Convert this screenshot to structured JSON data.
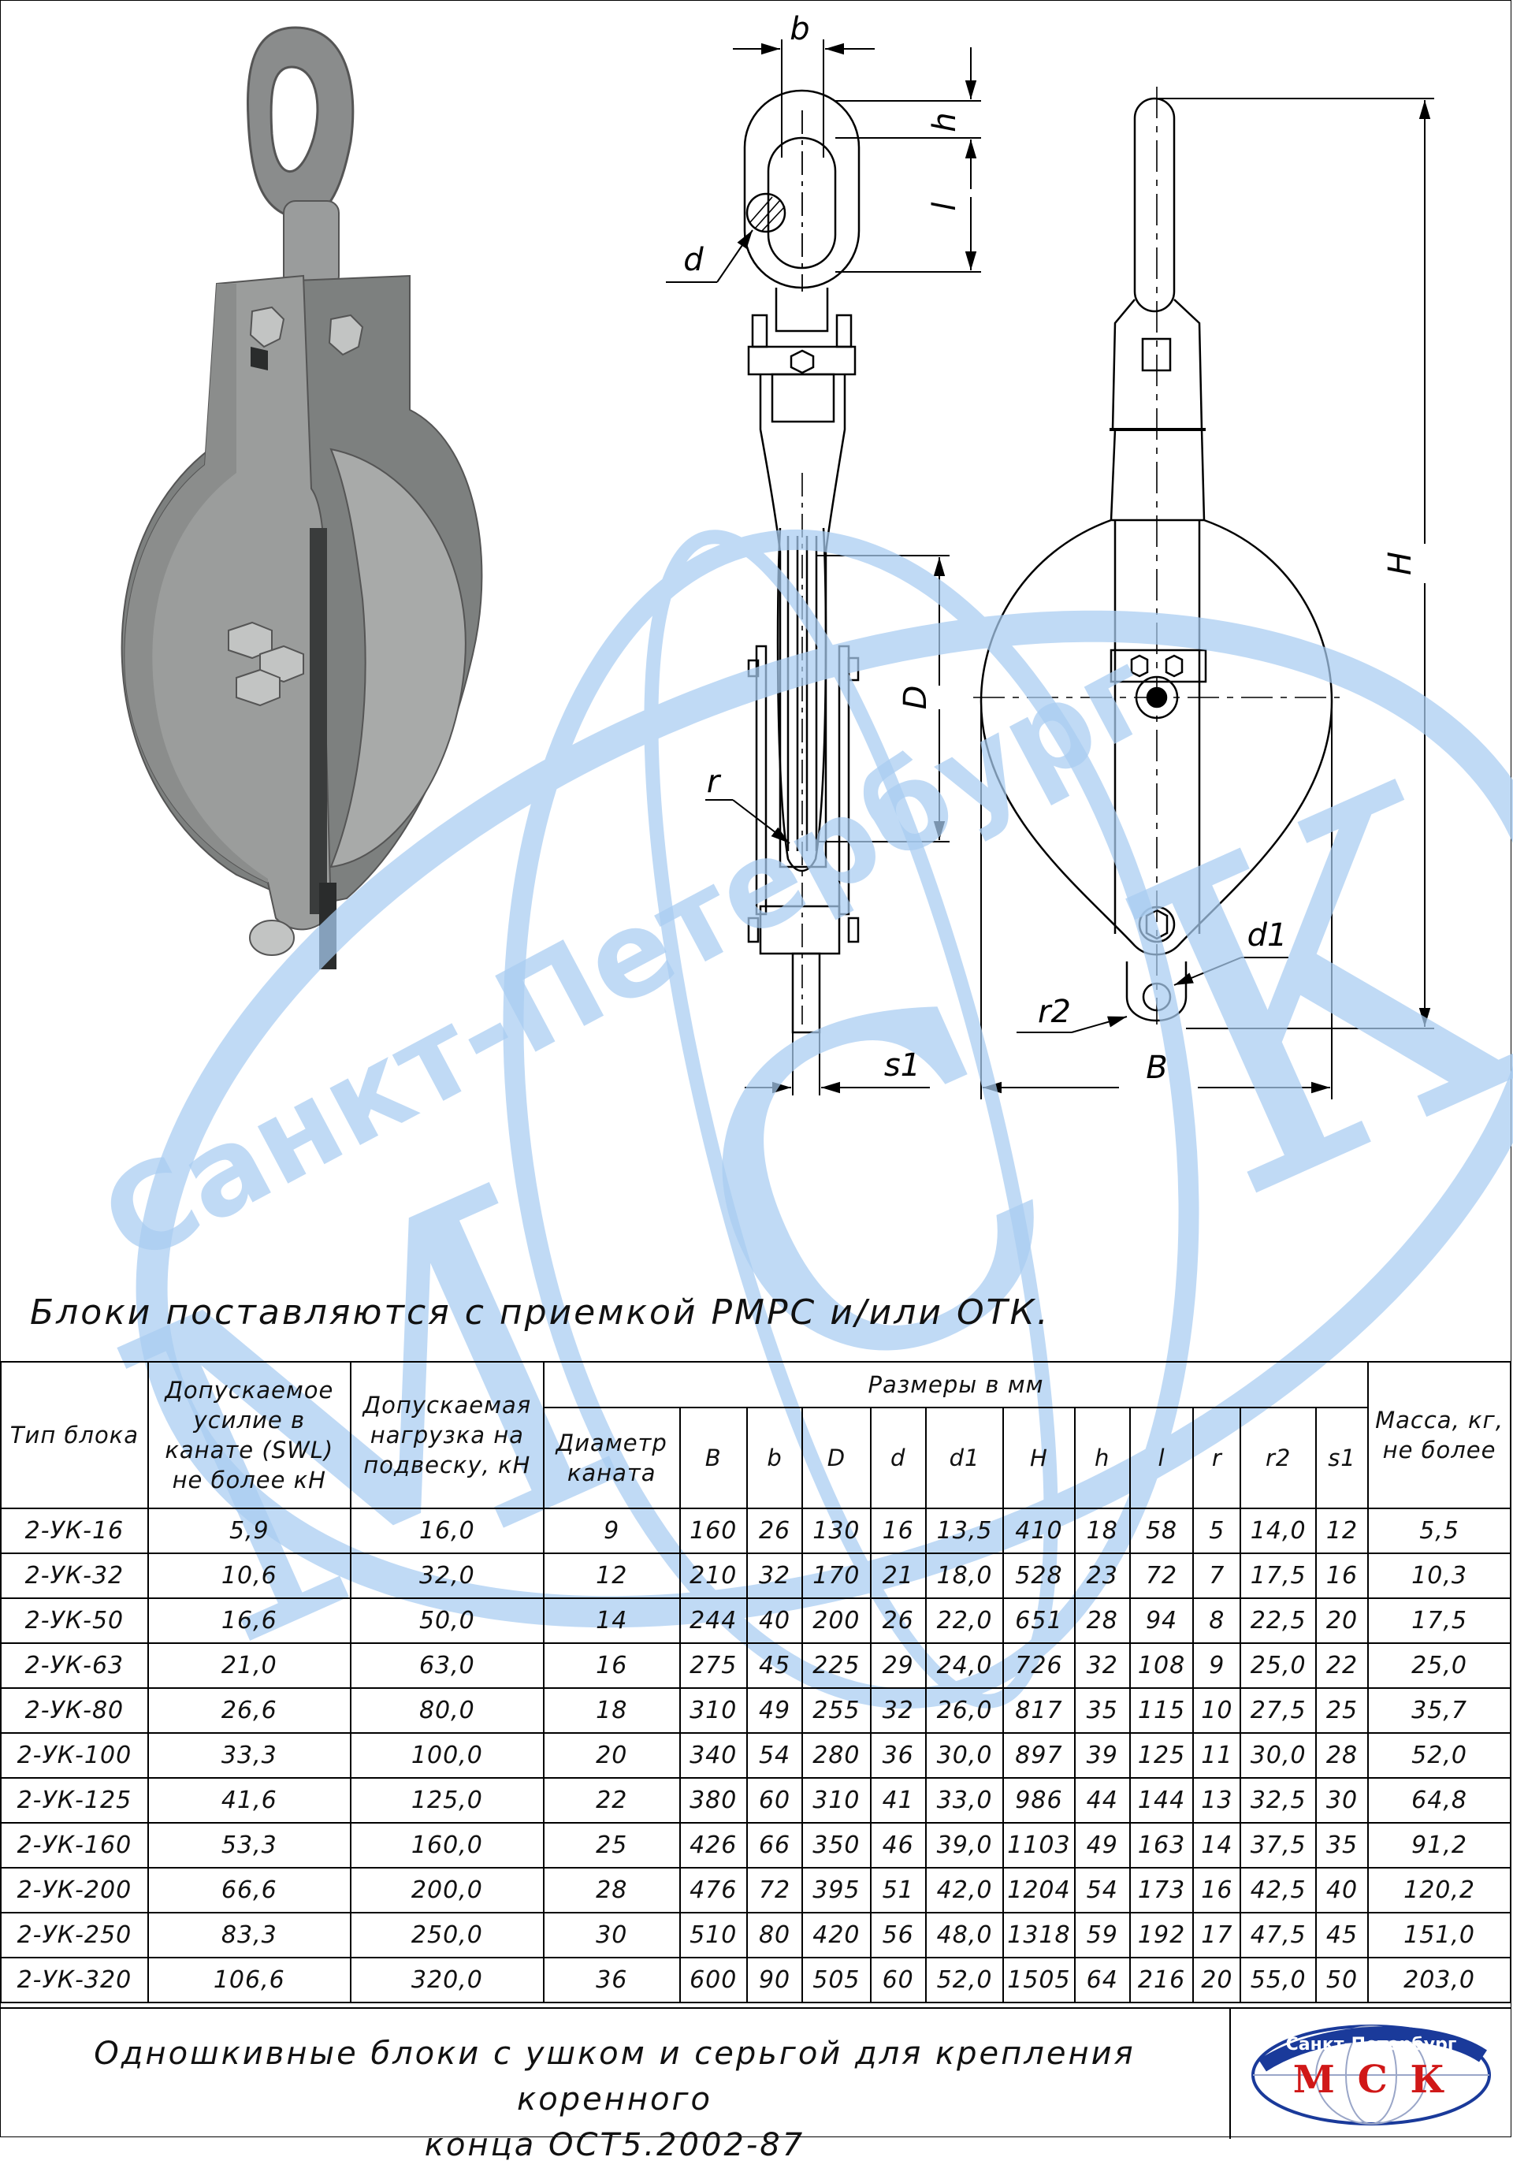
{
  "note": "Блоки поставляются с приемкой РМРС и/или ОТК.",
  "drawing": {
    "labels": {
      "b": "b",
      "h": "h",
      "l": "l",
      "d": "d",
      "D": "D",
      "r": "r",
      "s1": "s1",
      "H": "H",
      "d1": "d1",
      "r2": "r2",
      "B": "B"
    }
  },
  "watermark": {
    "city": "Санкт-Петербург",
    "brand": "М С К",
    "color": "#a9cdf2"
  },
  "table": {
    "headers": {
      "type": "Тип блока",
      "swl": "Допускаемое усилие в канате (SWL) не более кН",
      "load": "Допускаемая нагрузка на подвеску, кН",
      "dims": "Размеры в мм",
      "rope": "Диаметр каната",
      "mass": "Масса, кг, не более",
      "dim_cols": [
        "B",
        "b",
        "D",
        "d",
        "d1",
        "H",
        "h",
        "l",
        "r",
        "r2",
        "s1"
      ]
    },
    "rows": [
      [
        "2-УК-16",
        "5,9",
        "16,0",
        "9",
        "160",
        "26",
        "130",
        "16",
        "13,5",
        "410",
        "18",
        "58",
        "5",
        "14,0",
        "12",
        "5,5"
      ],
      [
        "2-УК-32",
        "10,6",
        "32,0",
        "12",
        "210",
        "32",
        "170",
        "21",
        "18,0",
        "528",
        "23",
        "72",
        "7",
        "17,5",
        "16",
        "10,3"
      ],
      [
        "2-УК-50",
        "16,6",
        "50,0",
        "14",
        "244",
        "40",
        "200",
        "26",
        "22,0",
        "651",
        "28",
        "94",
        "8",
        "22,5",
        "20",
        "17,5"
      ],
      [
        "2-УК-63",
        "21,0",
        "63,0",
        "16",
        "275",
        "45",
        "225",
        "29",
        "24,0",
        "726",
        "32",
        "108",
        "9",
        "25,0",
        "22",
        "25,0"
      ],
      [
        "2-УК-80",
        "26,6",
        "80,0",
        "18",
        "310",
        "49",
        "255",
        "32",
        "26,0",
        "817",
        "35",
        "115",
        "10",
        "27,5",
        "25",
        "35,7"
      ],
      [
        "2-УК-100",
        "33,3",
        "100,0",
        "20",
        "340",
        "54",
        "280",
        "36",
        "30,0",
        "897",
        "39",
        "125",
        "11",
        "30,0",
        "28",
        "52,0"
      ],
      [
        "2-УК-125",
        "41,6",
        "125,0",
        "22",
        "380",
        "60",
        "310",
        "41",
        "33,0",
        "986",
        "44",
        "144",
        "13",
        "32,5",
        "30",
        "64,8"
      ],
      [
        "2-УК-160",
        "53,3",
        "160,0",
        "25",
        "426",
        "66",
        "350",
        "46",
        "39,0",
        "1103",
        "49",
        "163",
        "14",
        "37,5",
        "35",
        "91,2"
      ],
      [
        "2-УК-200",
        "66,6",
        "200,0",
        "28",
        "476",
        "72",
        "395",
        "51",
        "42,0",
        "1204",
        "54",
        "173",
        "16",
        "42,5",
        "40",
        "120,2"
      ],
      [
        "2-УК-250",
        "83,3",
        "250,0",
        "30",
        "510",
        "80",
        "420",
        "56",
        "48,0",
        "1318",
        "59",
        "192",
        "17",
        "47,5",
        "45",
        "151,0"
      ],
      [
        "2-УК-320",
        "106,6",
        "320,0",
        "36",
        "600",
        "90",
        "505",
        "60",
        "52,0",
        "1505",
        "64",
        "216",
        "20",
        "55,0",
        "50",
        "203,0"
      ]
    ]
  },
  "footer": {
    "line1": "Одношкивные блоки с ушком и серьгой для крепления коренного",
    "line2": "конца ОСТ5.2002-87",
    "logo_city": "Санкт-Петербург",
    "logo_brand": "М С К",
    "logo_colors": {
      "blue": "#1a3a9a",
      "red": "#d01818"
    }
  }
}
